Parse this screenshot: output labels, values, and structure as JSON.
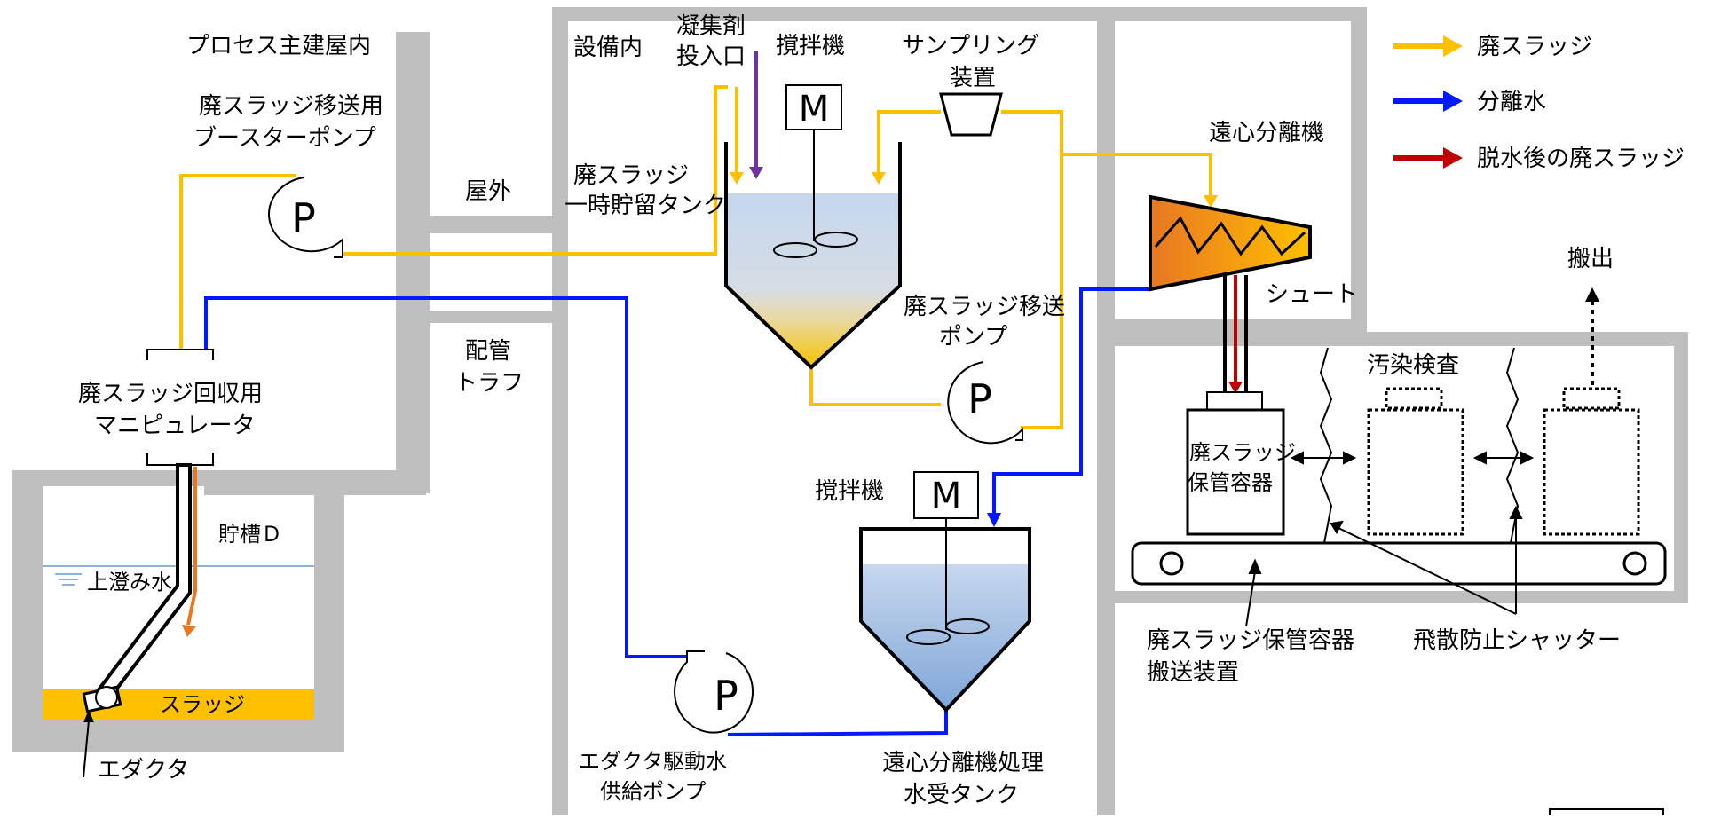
{
  "colors": {
    "sludge_flow": "#ffc000",
    "separated_water": "#0019ff",
    "dewatered_sludge": "#c00000",
    "wall_gray": "#bfbfbf",
    "tank_water": "#b0c8e6",
    "sludge_layer": "#f5c400",
    "eductor_line": "#e87722"
  },
  "legend": [
    {
      "label": "廃スラッジ",
      "color": "#ffc000"
    },
    {
      "label": "分離水",
      "color": "#0019ff"
    },
    {
      "label": "脱水後の廃スラッジ",
      "color": "#c00000"
    }
  ],
  "labels": {
    "process_building": "プロセス主建屋内",
    "booster_pump_line1": "廃スラッジ移送用",
    "booster_pump_line2": "ブースターポンプ",
    "outdoor": "屋外",
    "trough_line1": "配管",
    "trough_line2": "トラフ",
    "manipulator_line1": "廃スラッジ回収用",
    "manipulator_line2": "マニピュレータ",
    "storage_tank": "貯槽Ｄ",
    "supernatant": "上澄み水",
    "sludge": "スラッジ",
    "eductor": "エダクタ",
    "equipment_room": "設備内",
    "coagulant_line1": "凝集剤",
    "coagulant_line2": "投入口",
    "mixer_top": "撹拌機",
    "sampling_line1": "サンプリング",
    "sampling_line2": "装置",
    "temp_tank_line1": "廃スラッジ",
    "temp_tank_line2": "一時貯留タンク",
    "transfer_pump_line1": "廃スラッジ移送",
    "transfer_pump_line2": "ポンプ",
    "mixer_bottom": "撹拌機",
    "water_tank_line1": "遠心分離機処理",
    "water_tank_line2": "水受タンク",
    "eductor_pump_line1": "エダクタ駆動水",
    "eductor_pump_line2": "供給ポンプ",
    "centrifuge": "遠心分離機",
    "chute": "シュート",
    "container_line1": "廃スラッジ",
    "container_line2": "保管容器",
    "inspection": "汚染検査",
    "carry_out": "搬出",
    "conveyor_line1": "廃スラッジ保管容器",
    "conveyor_line2": "搬送装置",
    "shutter": "飛散防止シャッター",
    "motor": "M",
    "pump": "P"
  }
}
